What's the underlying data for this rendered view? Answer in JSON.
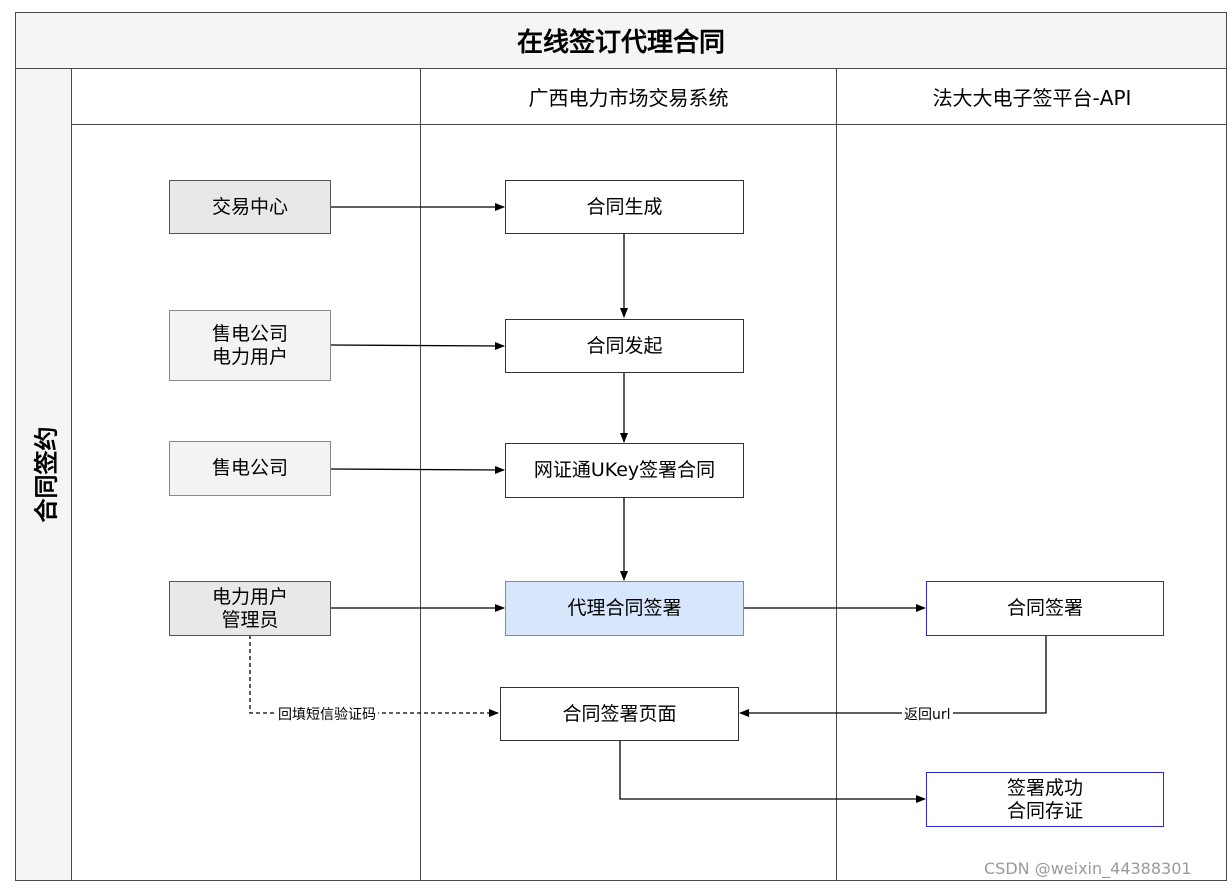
{
  "title": "在线签订代理合同",
  "lane": "合同签约",
  "columns": [
    "",
    "广西电力市场交易系统",
    "法大大电子签平台-API"
  ],
  "actors": {
    "trading_center": "交易中心",
    "seller_user": "售电公司\n电力用户",
    "seller": "售电公司",
    "user_admin": "电力用户\n管理员"
  },
  "system_nodes": {
    "generate": "合同生成",
    "initiate": "合同发起",
    "ukey_sign": "网证通UKey签署合同",
    "proxy_sign": "代理合同签署",
    "sign_page": "合同签署页面"
  },
  "api_nodes": {
    "contract_sign": "合同签署",
    "success": "签署成功\n合同存证"
  },
  "edge_labels": {
    "sms": "回填短信验证码",
    "return_url": "返回url"
  },
  "watermark": "CSDN @weixin_44388301",
  "colors": {
    "highlight_fill": "#d7e6fa",
    "highlight_stroke": "#6c8ebf",
    "api_stroke": "#2a2ad0",
    "actor_fill": "#e8e8e8"
  }
}
